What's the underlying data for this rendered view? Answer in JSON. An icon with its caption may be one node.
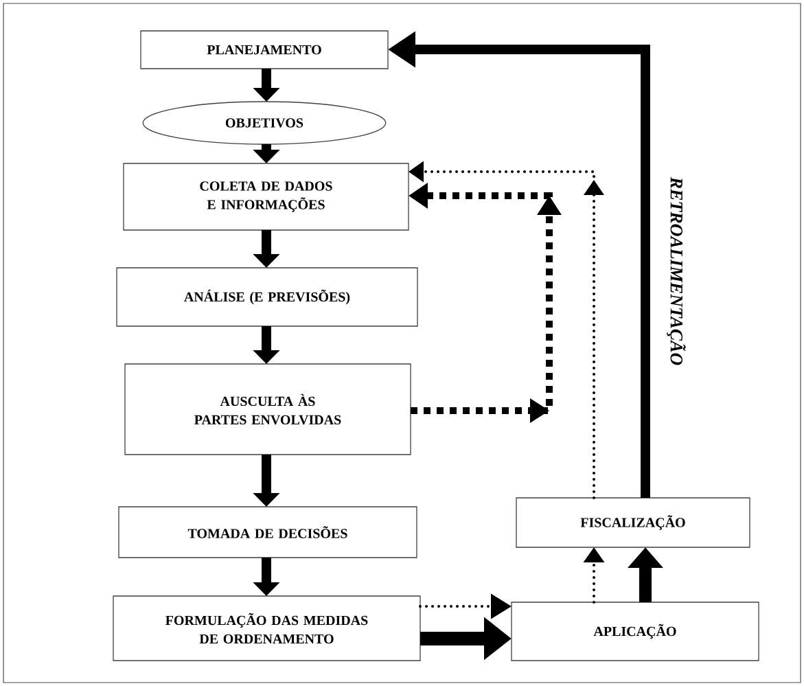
{
  "diagram": {
    "nodes": [
      {
        "text": [
          "PLANEJAMENTO"
        ]
      },
      {
        "text": [
          "OBJETIVOS"
        ]
      },
      {
        "text": [
          "COLETA DE DADOS E INFORMAÇÕES"
        ]
      },
      {
        "text": [
          "ANÁLISE (E PREVISÕES)"
        ]
      },
      {
        "text": [
          "AUSCULTA ÀS PARTES ENVOLVIDAS"
        ]
      },
      {
        "text": [
          "TOMADA DE DECISÕES"
        ]
      },
      {
        "text": [
          "FORMULAÇÃO DAS MEDIDAS DE ORDENAMENTO"
        ]
      },
      {
        "text": [
          "APLICAÇÃO"
        ]
      },
      {
        "text": [
          "FISCALIZAÇÃO"
        ]
      }
    ],
    "edges": [
      {
        "from": 0,
        "to": 1,
        "arrow": "to"
      },
      {
        "from": 1,
        "to": 2,
        "arrow": "to"
      },
      {
        "from": 2,
        "to": 3,
        "arrow": "to"
      },
      {
        "from": 3,
        "to": 4,
        "arrow": "to"
      },
      {
        "from": 4,
        "to": 5,
        "arrow": "to"
      },
      {
        "from": 5,
        "to": 6,
        "arrow": "to"
      },
      {
        "from": 6,
        "to": 7,
        "arrow": "to",
        "style": "dashed"
      },
      {
        "from": 6,
        "to": 7,
        "arrow": "to"
      },
      {
        "from": 7,
        "to": 8,
        "arrow": "to",
        "style": "dashed"
      },
      {
        "from": 7,
        "to": 8,
        "arrow": "to"
      },
      {
        "from": 8,
        "to": 0,
        "arrow": "to",
        "label": "RETROALIMENTAÇÃO"
      },
      {
        "from": 8,
        "to": 2,
        "arrow": "to",
        "style": "dashed"
      },
      {
        "from": 4,
        "to": 2,
        "arrow": "to",
        "style": "dashed"
      }
    ]
  }
}
